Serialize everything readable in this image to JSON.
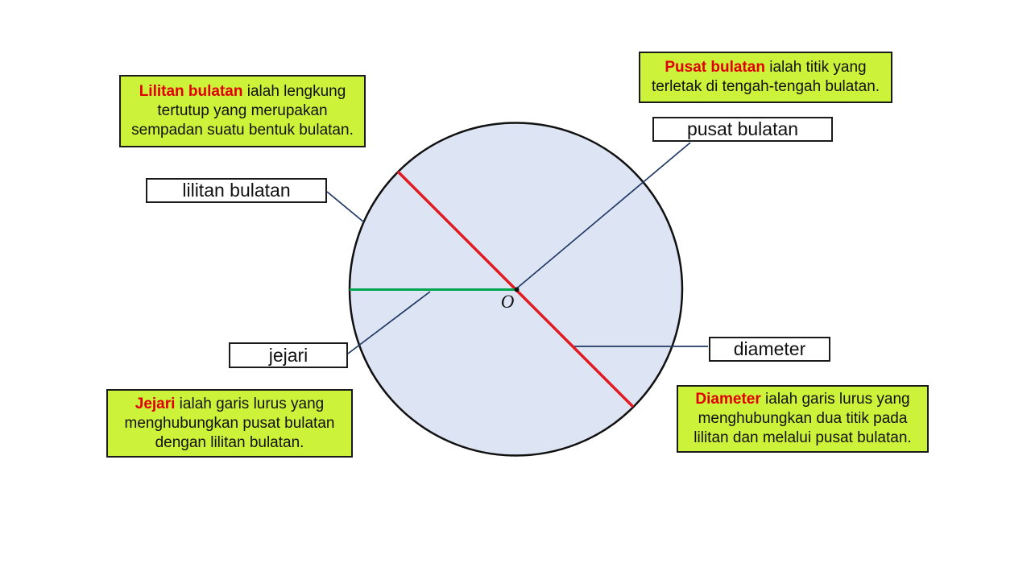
{
  "colors": {
    "background": "#ffffff",
    "circle_fill": "#dde4f3",
    "circle_stroke": "#111111",
    "diameter_line": "#e01c22",
    "radius_line": "#00a550",
    "connector": "#1f3864",
    "callout_fill": "#ccf239",
    "callout_border": "#1a1a1a",
    "term_red": "#e00000",
    "label_border": "#1a1a1a",
    "text_black": "#111111"
  },
  "circle": {
    "center_label": "O"
  },
  "term_labels": {
    "pusat": "pusat bulatan",
    "lilitan": "lilitan bulatan",
    "jejari": "jejari",
    "diameter": "diameter"
  },
  "callouts": {
    "lilitan": {
      "term": "Lilitan bulatan",
      "definition": " ialah lengkung tertutup yang merupakan sempadan suatu bentuk bulatan."
    },
    "pusat": {
      "term": "Pusat bulatan",
      "definition": " ialah titik yang terletak di tengah-tengah bulatan."
    },
    "jejari": {
      "term": "Jejari",
      "definition": " ialah garis lurus yang menghubungkan pusat bulatan dengan lilitan bulatan."
    },
    "diameter": {
      "term": "Diameter",
      "definition": " ialah garis lurus yang menghubungkan dua titik pada lilitan dan melalui pusat bulatan."
    }
  }
}
